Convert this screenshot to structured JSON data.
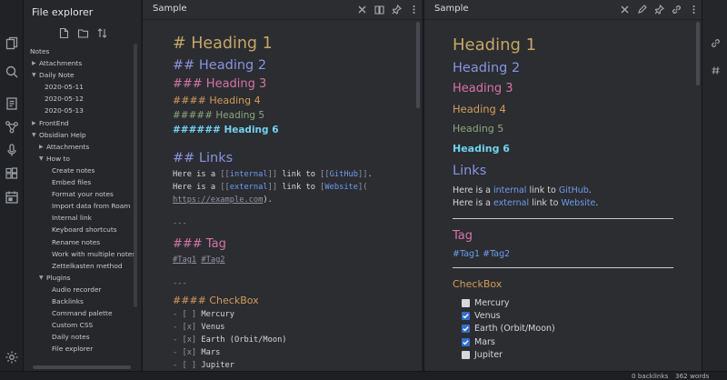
{
  "explorer": {
    "title": "File explorer",
    "tree": [
      {
        "label": "Notes",
        "depth": 0,
        "arrow": ""
      },
      {
        "label": "Attachments",
        "depth": 1,
        "arrow": "right"
      },
      {
        "label": "Daily Note",
        "depth": 1,
        "arrow": "down"
      },
      {
        "label": "2020-05-11",
        "depth": 2,
        "arrow": ""
      },
      {
        "label": "2020-05-12",
        "depth": 2,
        "arrow": ""
      },
      {
        "label": "2020-05-13",
        "depth": 2,
        "arrow": ""
      },
      {
        "label": "FrontEnd",
        "depth": 1,
        "arrow": "right"
      },
      {
        "label": "Obsidian Help",
        "depth": 1,
        "arrow": "down"
      },
      {
        "label": "Attachments",
        "depth": 2,
        "arrow": "right"
      },
      {
        "label": "How to",
        "depth": 2,
        "arrow": "down"
      },
      {
        "label": "Create notes",
        "depth": 3,
        "arrow": ""
      },
      {
        "label": "Embed files",
        "depth": 3,
        "arrow": ""
      },
      {
        "label": "Format your notes",
        "depth": 3,
        "arrow": ""
      },
      {
        "label": "Import data from Roam",
        "depth": 3,
        "arrow": ""
      },
      {
        "label": "Internal link",
        "depth": 3,
        "arrow": ""
      },
      {
        "label": "Keyboard shortcuts",
        "depth": 3,
        "arrow": ""
      },
      {
        "label": "Rename notes",
        "depth": 3,
        "arrow": ""
      },
      {
        "label": "Work with multiple notes",
        "depth": 3,
        "arrow": ""
      },
      {
        "label": "Zettelkasten method",
        "depth": 3,
        "arrow": ""
      },
      {
        "label": "Plugins",
        "depth": 2,
        "arrow": "down"
      },
      {
        "label": "Audio recorder",
        "depth": 3,
        "arrow": ""
      },
      {
        "label": "Backlinks",
        "depth": 3,
        "arrow": ""
      },
      {
        "label": "Command palette",
        "depth": 3,
        "arrow": ""
      },
      {
        "label": "Custom CSS",
        "depth": 3,
        "arrow": ""
      },
      {
        "label": "Daily notes",
        "depth": 3,
        "arrow": ""
      },
      {
        "label": "File explorer",
        "depth": 3,
        "arrow": ""
      }
    ]
  },
  "editor": {
    "title": "Sample",
    "h1": "# Heading 1",
    "h2": "## Heading 2",
    "h3": "### Heading 3",
    "h4": "#### Heading 4",
    "h5": "##### Heading 5",
    "h6": "###### Heading 6",
    "links_heading": "## Links",
    "line1": {
      "a": "Here is a ",
      "b1": "[[",
      "c": "internal",
      "b2": "]]",
      "d": " link to ",
      "b3": "[[",
      "e": "GitHub",
      "b4": "]]",
      "f": "."
    },
    "line2": {
      "a": "Here is a ",
      "b1": "[[",
      "c": "external",
      "b2": "]]",
      "d": " link to ",
      "b3": "[",
      "e": "Website",
      "b4": "](",
      "f": ""
    },
    "line3": {
      "url": "https://example.com",
      "close": ")."
    },
    "hr": "---",
    "tag_heading": "### Tag",
    "tag1": "#Tag1",
    "tag2": "#Tag2",
    "hr2": "---",
    "checkbox_heading": "#### CheckBox",
    "checkboxes": [
      {
        "mark": "- [ ] ",
        "label": "Mercury"
      },
      {
        "mark": "- [x] ",
        "label": "Venus"
      },
      {
        "mark": "- [x] ",
        "label": "Earth (Orbit/Moon)"
      },
      {
        "mark": "- [x] ",
        "label": "Mars"
      },
      {
        "mark": "- [ ] ",
        "label": "Jupiter"
      }
    ]
  },
  "preview": {
    "title": "Sample",
    "h1": "Heading 1",
    "h2": "Heading 2",
    "h3": "Heading 3",
    "h4": "Heading 4",
    "h5": "Heading 5",
    "h6": "Heading 6",
    "links_heading": "Links",
    "line1": {
      "a": "Here is a ",
      "b": "internal",
      "c": " link to ",
      "d": "GitHub",
      "e": "."
    },
    "line2": {
      "a": "Here is a ",
      "b": "external",
      "c": " link to ",
      "d": "Website",
      "e": "."
    },
    "tag_heading": "Tag",
    "tags": "#Tag1 #Tag2",
    "checkbox_heading": "CheckBox",
    "checkboxes": [
      {
        "label": "Mercury",
        "checked": false
      },
      {
        "label": "Venus",
        "checked": true
      },
      {
        "label": "Earth (Orbit/Moon)",
        "checked": true
      },
      {
        "label": "Mars",
        "checked": true
      },
      {
        "label": "Jupiter",
        "checked": false
      }
    ]
  },
  "status": {
    "backlinks": "0 backlinks",
    "words": "362 words"
  }
}
